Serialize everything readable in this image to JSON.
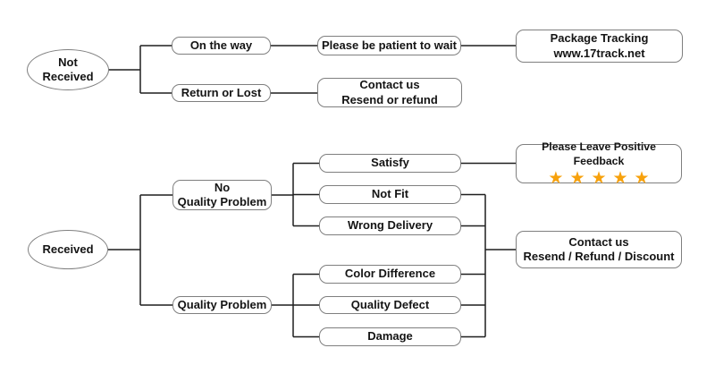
{
  "colors": {
    "background": "#ffffff",
    "text": "#141414",
    "line": "#1f1f1f",
    "box_border": "#7f7f7f",
    "star": "#f7a10c"
  },
  "nodes": {
    "not_received": "Not\nReceived",
    "on_the_way": "On the way",
    "return_or_lost": "Return or Lost",
    "be_patient": "Please be patient to wait",
    "package_tracking": "Package Tracking\nwww.17track.net",
    "contact_resend_refund": "Contact us\nResend or refund",
    "received": "Received",
    "no_quality_problem": "No\nQuality Problem",
    "quality_problem": "Quality Problem",
    "satisfy": "Satisfy",
    "not_fit": "Not Fit",
    "wrong_delivery": "Wrong Delivery",
    "color_difference": "Color Difference",
    "quality_defect": "Quality Defect",
    "damage": "Damage",
    "positive_feedback": "Please Leave Positive Feedback",
    "contact_discount": "Contact us\nResend / Refund / Discount"
  },
  "stars": {
    "count": 5,
    "glyphs": "★★★★★",
    "color": "#f7a10c"
  },
  "edges": [
    {
      "from": "not_received",
      "to": "on_the_way"
    },
    {
      "from": "not_received",
      "to": "return_or_lost"
    },
    {
      "from": "on_the_way",
      "to": "be_patient"
    },
    {
      "from": "be_patient",
      "to": "package_tracking"
    },
    {
      "from": "return_or_lost",
      "to": "contact_resend_refund"
    },
    {
      "from": "received",
      "to": "no_quality_problem"
    },
    {
      "from": "received",
      "to": "quality_problem"
    },
    {
      "from": "no_quality_problem",
      "to": "satisfy"
    },
    {
      "from": "no_quality_problem",
      "to": "not_fit"
    },
    {
      "from": "no_quality_problem",
      "to": "wrong_delivery"
    },
    {
      "from": "quality_problem",
      "to": "color_difference"
    },
    {
      "from": "quality_problem",
      "to": "quality_defect"
    },
    {
      "from": "quality_problem",
      "to": "damage"
    },
    {
      "from": "satisfy",
      "to": "positive_feedback"
    },
    {
      "from": "not_fit",
      "to": "contact_discount"
    },
    {
      "from": "wrong_delivery",
      "to": "contact_discount"
    },
    {
      "from": "color_difference",
      "to": "contact_discount"
    },
    {
      "from": "quality_defect",
      "to": "contact_discount"
    },
    {
      "from": "damage",
      "to": "contact_discount"
    }
  ]
}
